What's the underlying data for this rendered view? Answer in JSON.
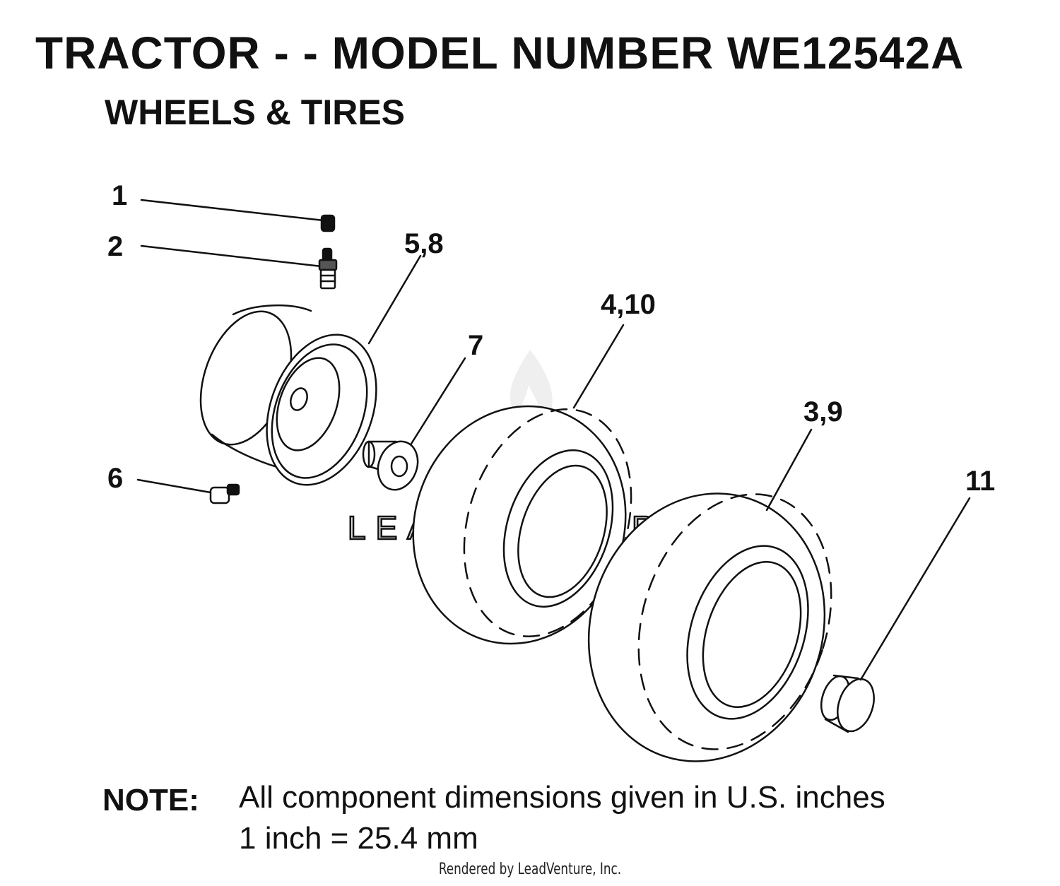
{
  "header": {
    "title": "TRACTOR - - MODEL NUMBER WE12542A",
    "subtitle": "WHEELS & TIRES"
  },
  "callouts": {
    "c1": "1",
    "c2": "2",
    "c58": "5,8",
    "c410": "4,10",
    "c7": "7",
    "c39": "3,9",
    "c6": "6",
    "c11": "11"
  },
  "note": {
    "label": "NOTE:",
    "line1": "All component dimensions given in U.S. inches",
    "line2": "1 inch = 25.4 mm"
  },
  "watermark": {
    "text": "LEADVENTURE"
  },
  "footer": {
    "text": "Rendered by LeadVenture, Inc."
  }
}
